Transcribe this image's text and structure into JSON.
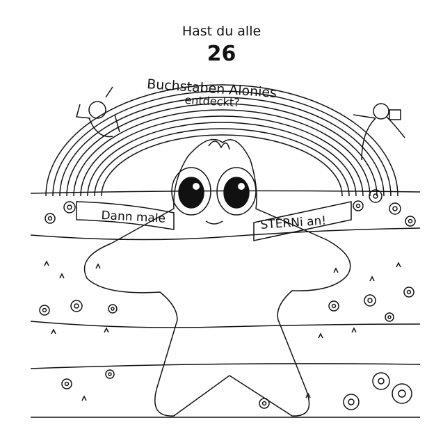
{
  "heading": {
    "line1": "Hast du alle",
    "number": "26",
    "line3": "Buchstaben Alonies",
    "line4": "entdeckt?"
  },
  "banner": {
    "left": "Dann male",
    "right": "STERNi an!"
  },
  "style": {
    "ink": "#111111",
    "paper": "#ffffff"
  }
}
